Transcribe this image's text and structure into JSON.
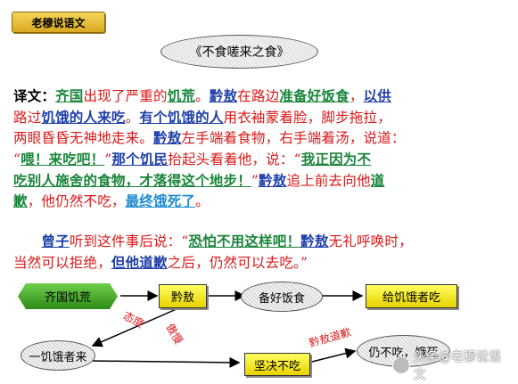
{
  "header": {
    "badge": "老穆说语文"
  },
  "title": "《不食嗟来之食》",
  "translation": {
    "lines": [
      [
        {
          "t": "译文：",
          "c": "lbl"
        },
        {
          "t": "齐国",
          "c": "g"
        },
        {
          "t": "出现了严重的",
          "c": "r"
        },
        {
          "t": "饥荒",
          "c": "g"
        },
        {
          "t": "。",
          "c": "r"
        },
        {
          "t": "黔敖",
          "c": "b"
        },
        {
          "t": "在路边",
          "c": "r"
        },
        {
          "t": "准备好饭食",
          "c": "g"
        },
        {
          "t": "，",
          "c": "r"
        },
        {
          "t": "以供",
          "c": "b"
        }
      ],
      [
        {
          "t": "路过",
          "c": "r"
        },
        {
          "t": "饥饿的人来吃",
          "c": "b"
        },
        {
          "t": "。",
          "c": "r"
        },
        {
          "t": "有个饥饿的人",
          "c": "b"
        },
        {
          "t": "用衣袖蒙着脸，脚步拖拉，",
          "c": "r"
        }
      ],
      [
        {
          "t": "两眼昏昏无神地走来。",
          "c": "r"
        },
        {
          "t": "黔敖",
          "c": "b"
        },
        {
          "t": "左手端着食物，右手端着汤，说道：",
          "c": "r"
        }
      ],
      [
        {
          "t": "“",
          "c": "r"
        },
        {
          "t": "喂！来吃吧！",
          "c": "g"
        },
        {
          "t": "”",
          "c": "r"
        },
        {
          "t": "那个饥民",
          "c": "b"
        },
        {
          "t": "抬起头看着他，说：“",
          "c": "r"
        },
        {
          "t": "我正因为不",
          "c": "g"
        }
      ],
      [
        {
          "t": "吃别人施舍的食物，才落得这个地步！",
          "c": "g"
        },
        {
          "t": "”",
          "c": "r"
        },
        {
          "t": "黔敖",
          "c": "b"
        },
        {
          "t": "追上前去向他",
          "c": "r"
        },
        {
          "t": "道",
          "c": "g"
        }
      ],
      [
        {
          "t": "歉",
          "c": "g"
        },
        {
          "t": "，他仍然不吃，",
          "c": "r"
        },
        {
          "t": "最终饿死了",
          "c": "bl"
        },
        {
          "t": "。",
          "c": "r"
        }
      ]
    ]
  },
  "commentary": {
    "lines": [
      [
        {
          "t": "　　",
          "c": "r"
        },
        {
          "t": "曾子",
          "c": "b"
        },
        {
          "t": "听到这件事后说：“",
          "c": "r"
        },
        {
          "t": "恐怕不用这样吧！",
          "c": "g"
        },
        {
          "t": "黔敖",
          "c": "b"
        },
        {
          "t": "无礼呼唤时，",
          "c": "r"
        }
      ],
      [
        {
          "t": "当然可以拒绝，",
          "c": "r"
        },
        {
          "t": "但他道歉",
          "c": "dk"
        },
        {
          "t": "之后，仍然可以去吃。”",
          "c": "r"
        }
      ]
    ]
  },
  "diagram": {
    "famine": "齐国饥荒",
    "qianao": "黔敖",
    "prepare_food": "备好饭食",
    "feed_hungry": "给饥饿者吃",
    "hungry_person": "一饥饿者来",
    "refuse": "坚决不吃",
    "starve": "仍不吃，饿死",
    "attitude": "态度",
    "arrogant": "傲慢",
    "apology": "黔敖道歉"
  },
  "watermark": "头条@老穆说语文"
}
